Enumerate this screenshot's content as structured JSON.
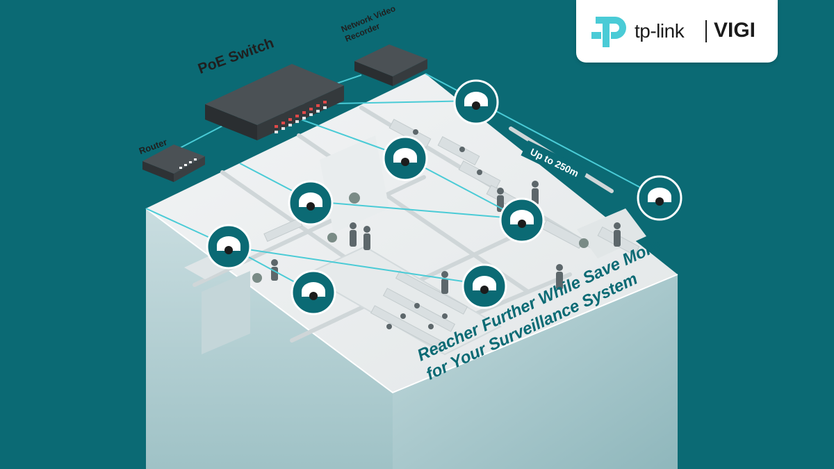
{
  "brand": {
    "name": "tp-link",
    "product_line": "VIGI",
    "accent": "#4acbd6",
    "background": "#0b6a74"
  },
  "devices": {
    "poe_switch": "PoE Switch",
    "nvr": "Network Video Recorder",
    "router": "Router"
  },
  "range_badge": "Up to 250m",
  "headline": {
    "line1": "Reacher Further While Save More",
    "line2": "for Your Surveillance System"
  },
  "icons": [
    "camera-icon",
    "tp-link-logo-icon",
    "network-switch-icon",
    "nvr-device-icon",
    "router-device-icon"
  ]
}
